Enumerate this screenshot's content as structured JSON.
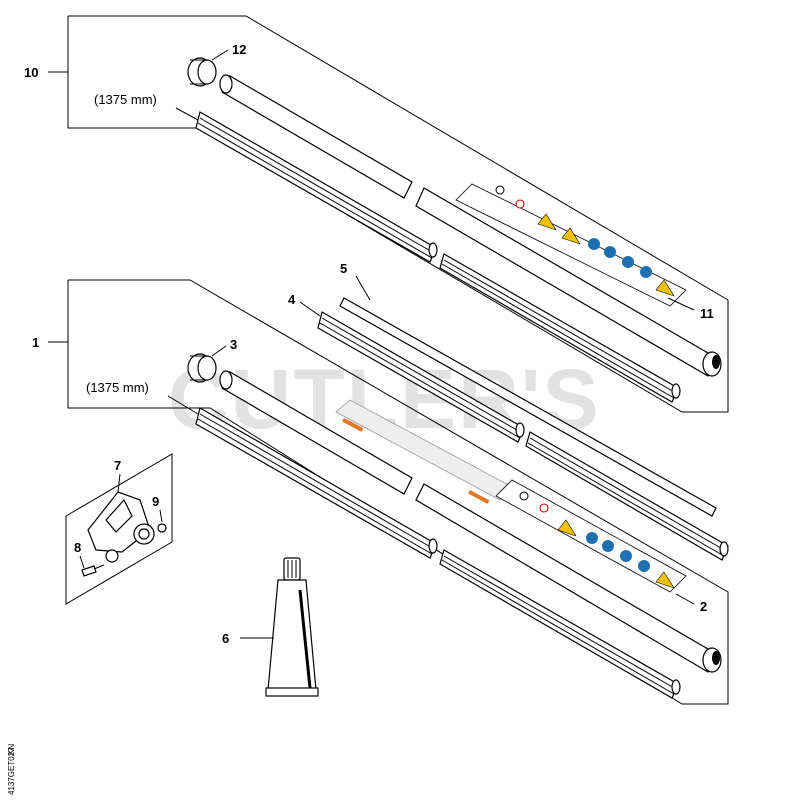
{
  "watermark": "CUTLER'S",
  "image_code": "4137GET027",
  "image_code_suffix": "KN",
  "labels": {
    "p1": "1",
    "p2": "2",
    "p3": "3",
    "p4": "4",
    "p5": "5",
    "p6": "6",
    "p7": "7",
    "p8": "8",
    "p9": "9",
    "p10": "10",
    "p11": "11",
    "p12": "12"
  },
  "dimensions": {
    "upper_shaft_length": "(1375 mm)",
    "lower_shaft_length": "(1375 mm)"
  },
  "colors": {
    "line": "#000000",
    "warning_yellow": "#f2c200",
    "safety_blue": "#1f6fb2",
    "decal_orange": "#e07820",
    "watermark_gray": "#d9d9d9"
  }
}
